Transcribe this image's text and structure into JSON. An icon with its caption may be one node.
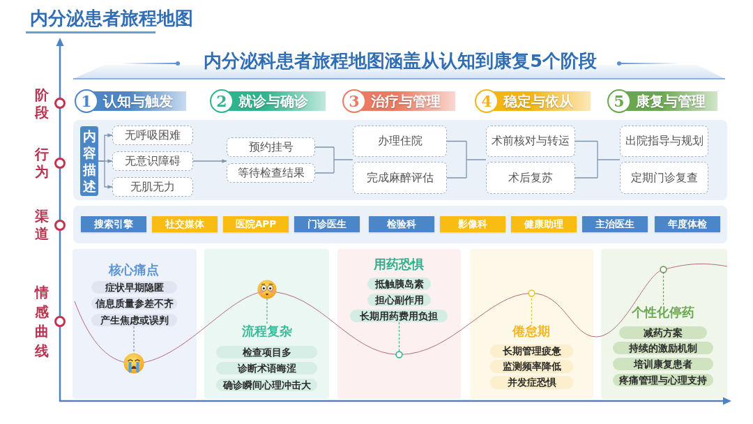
{
  "diagram": {
    "title": "内分泌患者旅程地图",
    "nodes": [
      {
        "text": [
          "内分泌科患者旅程地图涵盖从认知到康复5个阶段"
        ]
      },
      {
        "text": [
          "1",
          "认知与触发"
        ]
      },
      {
        "text": [
          "2",
          "就诊与确诊"
        ]
      },
      {
        "text": [
          "3",
          "治疗与管理"
        ]
      },
      {
        "text": [
          "4",
          "稳定与依从"
        ]
      },
      {
        "text": [
          "5",
          "康复与管理"
        ]
      },
      {
        "text": [],
        "shape": "box"
      },
      {
        "text": [
          "内容描述"
        ],
        "in": 6
      },
      {
        "text": [
          "无呼吸困难"
        ],
        "in": 6
      },
      {
        "text": [
          "无意识障碍"
        ],
        "in": 6
      },
      {
        "text": [
          "无肌无力"
        ],
        "in": 6
      },
      {
        "text": [
          "预约挂号"
        ],
        "in": 6
      },
      {
        "text": [
          "等待检查结果"
        ],
        "in": 6
      },
      {
        "text": [
          "办理住院"
        ],
        "in": 6
      },
      {
        "text": [
          "完成麻醉评估"
        ],
        "in": 6
      },
      {
        "text": [
          "术前核对与转运"
        ],
        "in": 6
      },
      {
        "text": [
          "术后复苏"
        ],
        "in": 6
      },
      {
        "text": [
          "出院指导与规划"
        ],
        "in": 6
      },
      {
        "text": [
          "定期门诊复查"
        ],
        "in": 6
      },
      {
        "text": [],
        "shape": "box"
      },
      {
        "text": [
          "搜索引擎"
        ],
        "in": 19
      },
      {
        "text": [
          "社交媒体"
        ],
        "in": 19
      },
      {
        "text": [
          "医院APP"
        ],
        "in": 19
      },
      {
        "text": [
          "门诊医生"
        ],
        "in": 19
      },
      {
        "text": [
          "检验科"
        ],
        "in": 19
      },
      {
        "text": [
          "影像科"
        ],
        "in": 19
      },
      {
        "text": [
          "健康助理"
        ],
        "in": 19
      },
      {
        "text": [
          "主治医生"
        ],
        "in": 19
      },
      {
        "text": [
          "年度体检"
        ],
        "in": 19
      },
      {
        "text": [],
        "shape": "box"
      },
      {
        "text": [
          "核心痛点"
        ],
        "in": 29
      },
      {
        "text": [
          "症状早期隐匿"
        ],
        "in": 29
      },
      {
        "text": [
          "信息质量参差不齐"
        ],
        "in": 29
      },
      {
        "text": [
          "产生焦虑或误判"
        ],
        "in": 29
      },
      {
        "text": [],
        "shape": "picture",
        "in": 29
      },
      {
        "text": [],
        "shape": "box"
      },
      {
        "text": [],
        "shape": "picture",
        "in": 35
      },
      {
        "text": [
          "流程复杂"
        ],
        "in": 35
      },
      {
        "text": [
          "检查项目多"
        ],
        "in": 35
      },
      {
        "text": [
          "诊断术语晦涩"
        ],
        "in": 35
      },
      {
        "text": [
          "确诊瞬间心理冲击大"
        ],
        "in": 35
      },
      {
        "text": [],
        "shape": "box"
      },
      {
        "text": [
          "用药恐惧"
        ],
        "in": 41
      },
      {
        "text": [
          "抵触胰岛素"
        ],
        "in": 41
      },
      {
        "text": [
          "担心副作用"
        ],
        "in": 41
      },
      {
        "text": [
          "长期用药费用负担"
        ],
        "in": 41
      },
      {
        "text": [],
        "shape": "circle",
        "in": 41
      },
      {
        "text": [],
        "shape": "box"
      },
      {
        "text": [],
        "shape": "circle",
        "in": 47
      },
      {
        "text": [
          "倦怠期"
        ],
        "in": 47
      },
      {
        "text": [
          "长期管理疲惫"
        ],
        "in": 47
      },
      {
        "text": [
          "监测频率降低"
        ],
        "in": 47
      },
      {
        "text": [
          "并发症恐惧"
        ],
        "in": 47
      },
      {
        "text": [],
        "shape": "box"
      },
      {
        "text": [],
        "shape": "circle",
        "in": 53
      },
      {
        "text": [
          "个性化停药"
        ],
        "in": 53
      },
      {
        "text": [
          "减药方案"
        ],
        "in": 53
      },
      {
        "text": [
          "持续的激励机制"
        ],
        "in": 53
      },
      {
        "text": [
          "培训康复患者"
        ],
        "in": 53
      },
      {
        "text": [
          "疼痛管理与心理支持"
        ],
        "in": 53
      }
    ],
    "edges": [
      {
        "from": 7,
        "to": 8,
        "arrow": "to"
      },
      {
        "from": 7,
        "to": 9,
        "arrow": "to"
      },
      {
        "from": 7,
        "to": 10,
        "arrow": "to"
      },
      {
        "from": 9,
        "to": 11,
        "arrow": "to"
      },
      {
        "from": 9,
        "to": 12,
        "arrow": "to"
      },
      {
        "from": 11,
        "to": 13,
        "arrow": "none"
      },
      {
        "from": 11,
        "to": 14,
        "arrow": "none"
      },
      {
        "from": 12,
        "to": 13,
        "arrow": "none"
      },
      {
        "from": 12,
        "to": 14,
        "arrow": "none"
      },
      {
        "from": 13,
        "to": 15,
        "arrow": "none"
      },
      {
        "from": 13,
        "to": 16,
        "arrow": "none"
      },
      {
        "from": 14,
        "to": 15,
        "arrow": "none"
      },
      {
        "from": 14,
        "to": 16,
        "arrow": "none"
      },
      {
        "from": 15,
        "to": 17,
        "arrow": "none"
      },
      {
        "from": 15,
        "to": 18,
        "arrow": "none"
      },
      {
        "from": 16,
        "to": 17,
        "arrow": "none"
      },
      {
        "from": 16,
        "to": 18,
        "arrow": "none"
      },
      {
        "from": 33,
        "to": 34,
        "arrow": "none",
        "style": "dashed",
        "color": "#7b8ea6"
      },
      {
        "from": 37,
        "to": 36,
        "arrow": "none",
        "style": "dashed",
        "color": "#4ca88c"
      },
      {
        "from": 45,
        "to": 46,
        "arrow": "none",
        "style": "dashed",
        "color": "#4ca88c"
      },
      {
        "from": 49,
        "to": 48,
        "arrow": "none",
        "style": "dashed",
        "color": "#e9bd35"
      },
      {
        "from": 55,
        "to": 54,
        "arrow": "none",
        "style": "dashed",
        "color": "#6e9a55"
      }
    ],
    "labels": [
      "阶段",
      "行为",
      "渠道",
      "情感曲线"
    ]
  }
}
